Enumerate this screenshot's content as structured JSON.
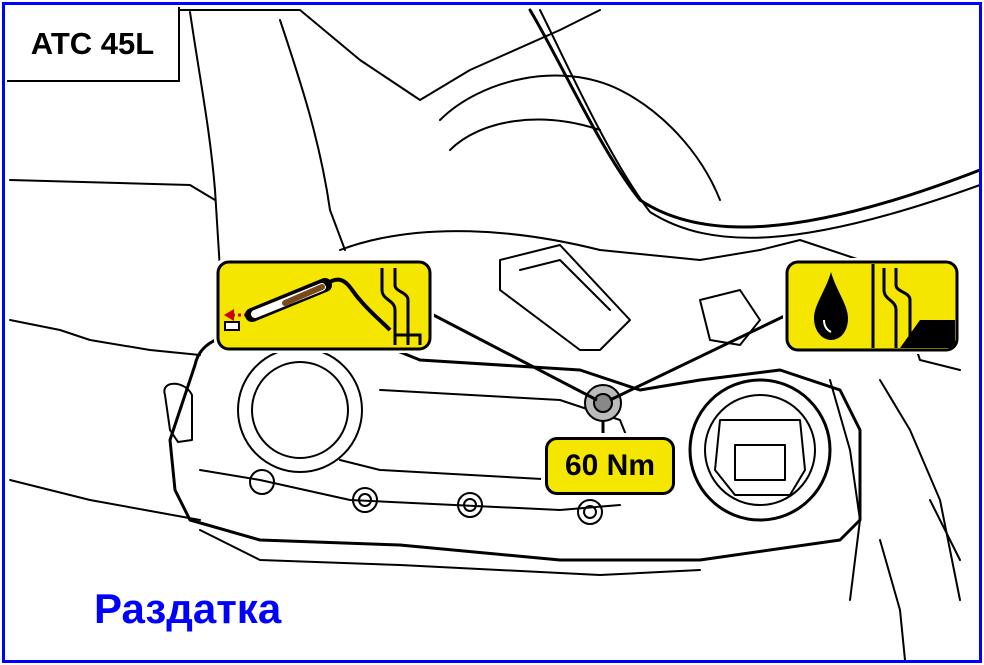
{
  "diagram": {
    "model": "ATC 45L",
    "torque": "60 Nm",
    "caption": "Раздатка"
  },
  "colors": {
    "frame": "#0000ff",
    "caption": "#0000ff",
    "callout_fill": "#f5e600",
    "line_art": "#000000"
  },
  "icons": [
    "fluid-extraction-syringe-icon",
    "oil-drop-icon",
    "oil-level-icon"
  ]
}
